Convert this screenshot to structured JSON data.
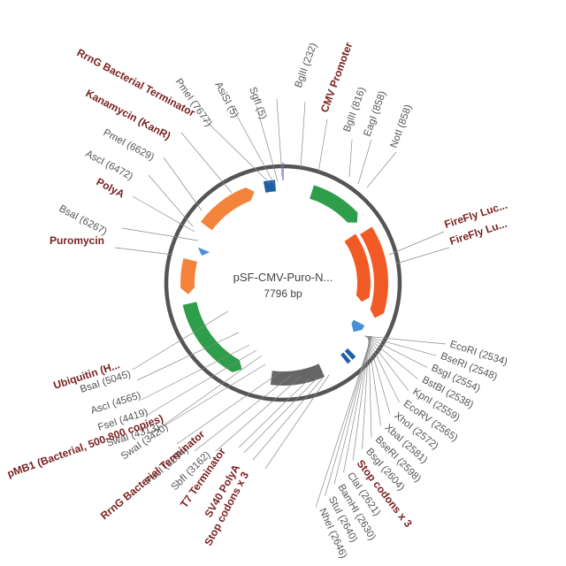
{
  "plasmid": {
    "name": "pSF-CMV-Puro-N...",
    "size_label": "7796 bp",
    "total_bp": 7796
  },
  "features": [
    {
      "id": "cmv",
      "color": "#2e9e4a",
      "start": 380,
      "end": 1100,
      "strand": "+"
    },
    {
      "id": "firefly1",
      "color": "#f15a24",
      "start": 1250,
      "end": 2400,
      "strand": "+",
      "lane": "outer"
    },
    {
      "id": "firefly2",
      "color": "#f15a24",
      "start": 1210,
      "end": 2240,
      "strand": "+",
      "lane": "inner"
    },
    {
      "id": "small1",
      "color": "#4a90d9",
      "start": 2545,
      "end": 2700,
      "strand": "+"
    },
    {
      "id": "t7",
      "color": "#1f5fa8",
      "start": 3010,
      "end": 3060,
      "strand": "none"
    },
    {
      "id": "sv40",
      "color": "#1f5fa8",
      "start": 2930,
      "end": 2985,
      "strand": "none"
    },
    {
      "id": "pmb1",
      "color": "#666666",
      "start": 3380,
      "end": 4050,
      "strand": "none"
    },
    {
      "id": "ubiquitin",
      "color": "#2e9e4a",
      "start": 4450,
      "end": 5580,
      "strand": "-"
    },
    {
      "id": "puromycin",
      "color": "#f4843c",
      "start": 5700,
      "end": 6150,
      "strand": "-"
    },
    {
      "id": "polya",
      "color": "#4a90d9",
      "start": 6250,
      "end": 6340,
      "strand": "-"
    },
    {
      "id": "kanr",
      "color": "#f4843c",
      "start": 6640,
      "end": 7420,
      "strand": "+"
    },
    {
      "id": "rrng_top",
      "color": "#1f5fa8",
      "start": 7560,
      "end": 7700,
      "strand": "none"
    }
  ],
  "labels_top": [
    {
      "text": "RrnG Bacterial Terminator",
      "kind": "feature"
    },
    {
      "text": "PmeI (7677)",
      "kind": "site"
    },
    {
      "text": "AsiSI (5)",
      "kind": "site"
    },
    {
      "text": "SgfI (5)",
      "kind": "site"
    },
    {
      "text": "BglII (232)",
      "kind": "site"
    },
    {
      "text": "CMV Promoter",
      "kind": "feature"
    },
    {
      "text": "BglII (816)",
      "kind": "site"
    },
    {
      "text": "EagI (858)",
      "kind": "site"
    },
    {
      "text": "NotI (858)",
      "kind": "site"
    },
    {
      "text": "Kanamycin (KanR)",
      "kind": "feature"
    },
    {
      "text": "PmeI (6629)",
      "kind": "site"
    },
    {
      "text": "AscI (6472)",
      "kind": "site"
    },
    {
      "text": "PolyA",
      "kind": "feature"
    },
    {
      "text": "BsaI (6267)",
      "kind": "site"
    },
    {
      "text": "Puromycin",
      "kind": "feature"
    },
    {
      "text": "FireFly Luc...",
      "kind": "feature"
    },
    {
      "text": "FireFly Lu...",
      "kind": "feature"
    }
  ],
  "labels_right": [
    {
      "text": "EcoRI (2534)"
    },
    {
      "text": "BseRI (2548)"
    },
    {
      "text": "BsgI (2554)"
    },
    {
      "text": "BstBI (2538)"
    },
    {
      "text": "KpnI (2559)"
    },
    {
      "text": "EcoRV (2565)"
    },
    {
      "text": "XhoI (2572)"
    },
    {
      "text": "XbaI (2581)"
    },
    {
      "text": "BseRI (2598)"
    },
    {
      "text": "BsgI (2604)"
    },
    {
      "text": "Stop codons x 3",
      "kind": "feature"
    },
    {
      "text": "ClaI (2621)"
    },
    {
      "text": "BamHI (2630)"
    },
    {
      "text": "StuI (2640)"
    },
    {
      "text": "NheI (2646)"
    }
  ],
  "labels_left": [
    {
      "text": "Ubiquitin (H...",
      "kind": "feature"
    },
    {
      "text": "BsaI (5045)"
    },
    {
      "text": "AscI (4565)"
    },
    {
      "text": "FseI (4419)"
    },
    {
      "text": "SwaI (4313)"
    },
    {
      "text": "pMB1 (Bacterial, 500-800 copies)",
      "kind": "feature"
    },
    {
      "text": "SwaI (3420)"
    },
    {
      "text": "PacI (3294)"
    },
    {
      "text": "SbfI (3162)"
    },
    {
      "text": "RrnG Bacterial Terminator",
      "kind": "feature"
    },
    {
      "text": "T7 Terminator",
      "kind": "feature"
    },
    {
      "text": "SV40 PolyA",
      "kind": "feature"
    },
    {
      "text": "Stop codons x 3",
      "kind": "feature"
    }
  ]
}
